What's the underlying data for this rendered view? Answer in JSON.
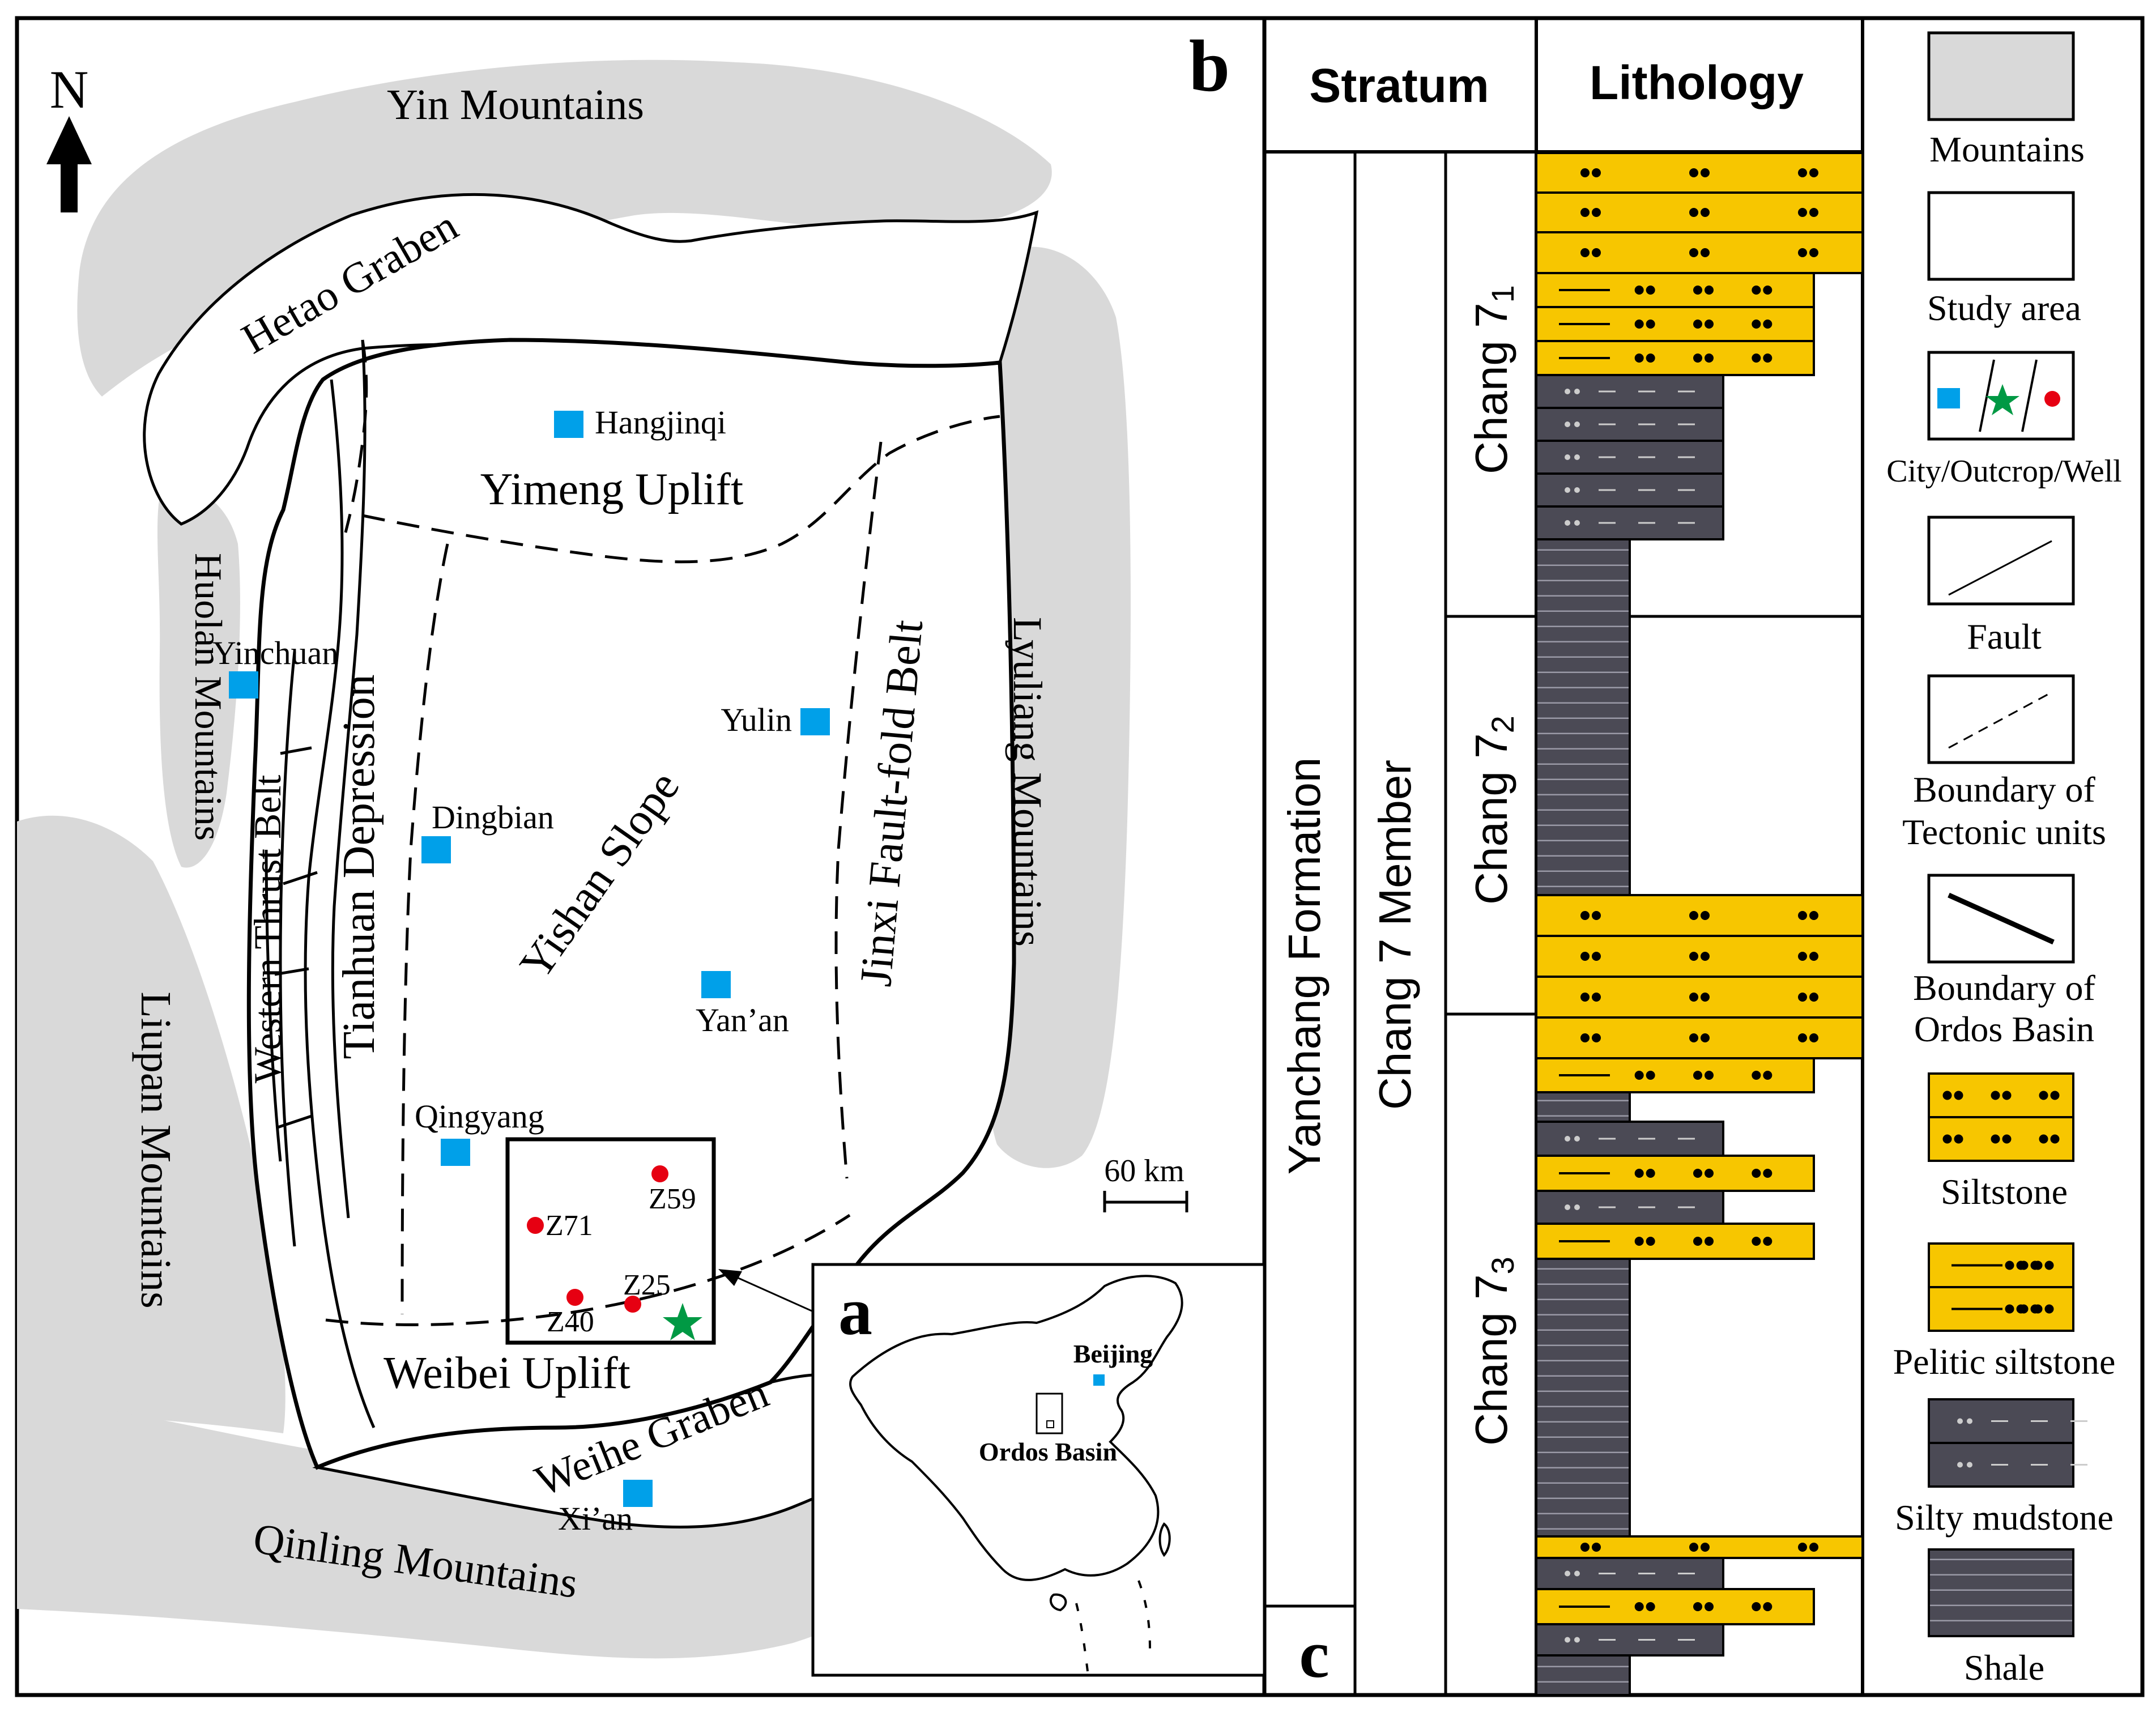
{
  "panel_b": {
    "label": "b",
    "north_label": "N",
    "regions": {
      "yin_mountains": "Yin Mountains",
      "hetao_graben": "Hetao Graben",
      "yimeng_uplift": "Yimeng Uplift",
      "huolan_mountains": "Huolan Mountains",
      "western_thrust_belt": "Western Thrust Belt",
      "tianhuan_depression": "Tianhuan Depression",
      "yishan_slope": "Yishan Slope",
      "jinxi_fault_fold_belt": "Jinxi Fault-fold Belt",
      "lyuliang_mountains": "Lyuliang Mountains",
      "liupan_mountains": "Liupan Mountains",
      "weibei_uplift": "Weibei Uplift",
      "weihe_graben": "Weihe Graben",
      "qinling_mountains": "Qinling Mountains"
    },
    "cities": {
      "hangjinqi": "Hangjinqi",
      "yinchuan": "Yinchuan",
      "yulin": "Yulin",
      "dingbian": "Dingbian",
      "yanan": "Yan’an",
      "qingyang": "Qingyang",
      "xian": "Xi’an"
    },
    "wells": {
      "z59": "Z59",
      "z71": "Z71",
      "z25": "Z25",
      "z40": "Z40"
    },
    "scale_label": "60 km"
  },
  "panel_a": {
    "label": "a",
    "beijing": "Beijing",
    "ordos": "Ordos Basin"
  },
  "panel_c": {
    "label": "c",
    "stratum_header": "Stratum",
    "lithology_header": "Lithology",
    "formation": "Yanchang Formation",
    "member": "Chang 7 Member",
    "sub1_base": "Chang 7",
    "sub1_sub": "1",
    "sub2_base": "Chang 7",
    "sub2_sub": "2",
    "sub3_base": "Chang 7",
    "sub3_sub": "3"
  },
  "legend": {
    "mountains": "Mountains",
    "study_area": "Study area",
    "city_outcrop_well": "City/Outcrop/Well",
    "fault": "Fault",
    "tectonic_l1": "Boundary of",
    "tectonic_l2": "Tectonic units",
    "ordos_l1": "Boundary of",
    "ordos_l2": "Ordos Basin",
    "siltstone": "Siltstone",
    "pelitic": "Pelitic siltstone",
    "silty_mud": "Silty mudstone",
    "shale": "Shale"
  },
  "colors": {
    "mountain_gray": "#d9d9d9",
    "city_blue": "#00a0e9",
    "well_red": "#e60012",
    "outcrop_green": "#009944",
    "siltstone_yellow": "#f7c600",
    "mudstone_dark": "#4b4a55"
  }
}
